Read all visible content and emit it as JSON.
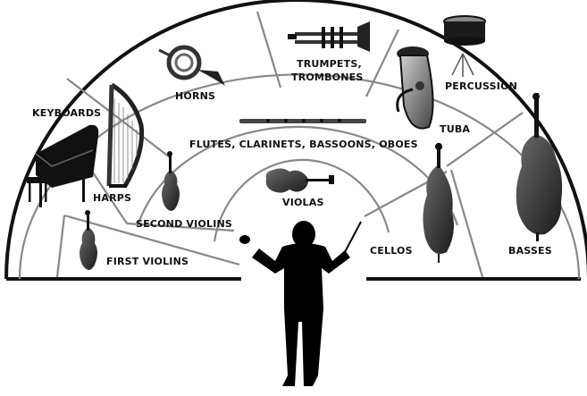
{
  "sections": {
    "keyboards": "KEYBOARDS",
    "harps": "HARPS",
    "horns": "HORNS",
    "trumpets_line1": "TRUMPETS,",
    "trumpets_line2": "TROMBONES",
    "percussion": "PERCUSSION",
    "tuba": "TUBA",
    "woodwinds": "FLUTES, CLARINETS, BASSOONS, OBOES",
    "second_violins": "SECOND VIOLINS",
    "violas": "VIOLAS",
    "cellos": "CELLOS",
    "basses": "BASSES",
    "first_violins": "FIRST VIOLINS"
  },
  "icons": [
    "grand-piano-icon",
    "harp-icon",
    "french-horn-icon",
    "trumpet-icon",
    "drum-icon",
    "tuba-icon",
    "flute-icon",
    "violin-icon",
    "viola-icon",
    "cello-icon",
    "double-bass-icon",
    "conductor-icon"
  ]
}
